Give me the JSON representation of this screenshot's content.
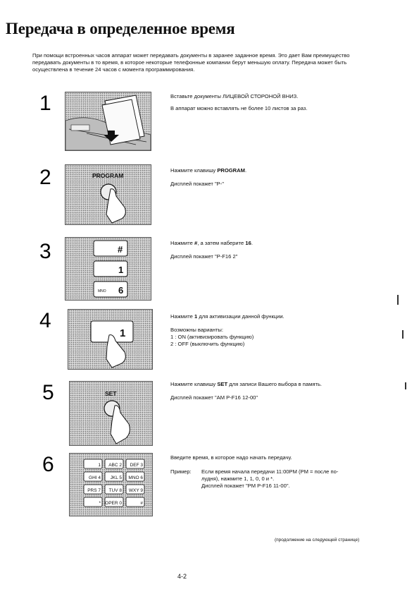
{
  "title": "Передача в определенное время",
  "intro": "При помощи встроенных часов аппарат может передавать документы в заранее заданное время. Это дает Вам преимущество передавать документы в то время, в которое некоторые телефонные компании берут меньшую оплату. Передача может быть осуществлена в течение 24 часов с момента программирования.",
  "steps": [
    {
      "number": "1",
      "line1": "Вставьте документы ЛИЦЕВОЙ СТОРОНОЙ ВНИЗ.",
      "line2": "В аппарат можно вставлять не более 10 листов за раз."
    },
    {
      "number": "2",
      "image_label": "PROGRAM",
      "line1_pre": "Нажмите клавишу ",
      "line1_key": "PROGRAM",
      "line1_post": ".",
      "line2": "Дисплей покажет \"P-\""
    },
    {
      "number": "3",
      "keys": [
        "#",
        "1",
        "6"
      ],
      "key_sub": "MNO",
      "line1_pre": "Нажмите ",
      "line1_key": "#",
      "line1_mid": ", а затем наберите ",
      "line1_key2": "16",
      "line1_post": ".",
      "line2": "Дисплей покажет \"P-F16 2\""
    },
    {
      "number": "4",
      "key": "1",
      "line1_pre": "Нажмите ",
      "line1_key": "1",
      "line1_post": " для активизации данной функции.",
      "line2": "Возможны варианты:",
      "opt1": "1 :    ON (активизировать функцию)",
      "opt2": "2 :    OFF (выключить функцию)"
    },
    {
      "number": "5",
      "image_label": "SET",
      "line1_pre": "Нажмите клавишу ",
      "line1_key": "SET",
      "line1_post": " для записи Вашего выбора в память.",
      "line2": "Дисплей покажет \"AM P-F16 12-00\""
    },
    {
      "number": "6",
      "keypad": [
        "1",
        "ABC 2",
        "DEF 3",
        "GHI 4",
        "JKL 5",
        "MNO 6",
        "PRS 7",
        "TUV 8",
        "WXY 9",
        "*",
        "OPER 0",
        "#"
      ],
      "line1": "Введите время, в которое надо начать передачу.",
      "example_label": "Пример:",
      "example_line1": "Если время начала передачи 11:00PM (PM = после по-",
      "example_line2": "лудня), нажмите 1, 1, 0, 0 и *.",
      "example_line3": "Дисплей покажет \"PM P-F16 11-00\"."
    }
  ],
  "continued": "(продолжение на следующей странице)",
  "page_number": "4-2"
}
